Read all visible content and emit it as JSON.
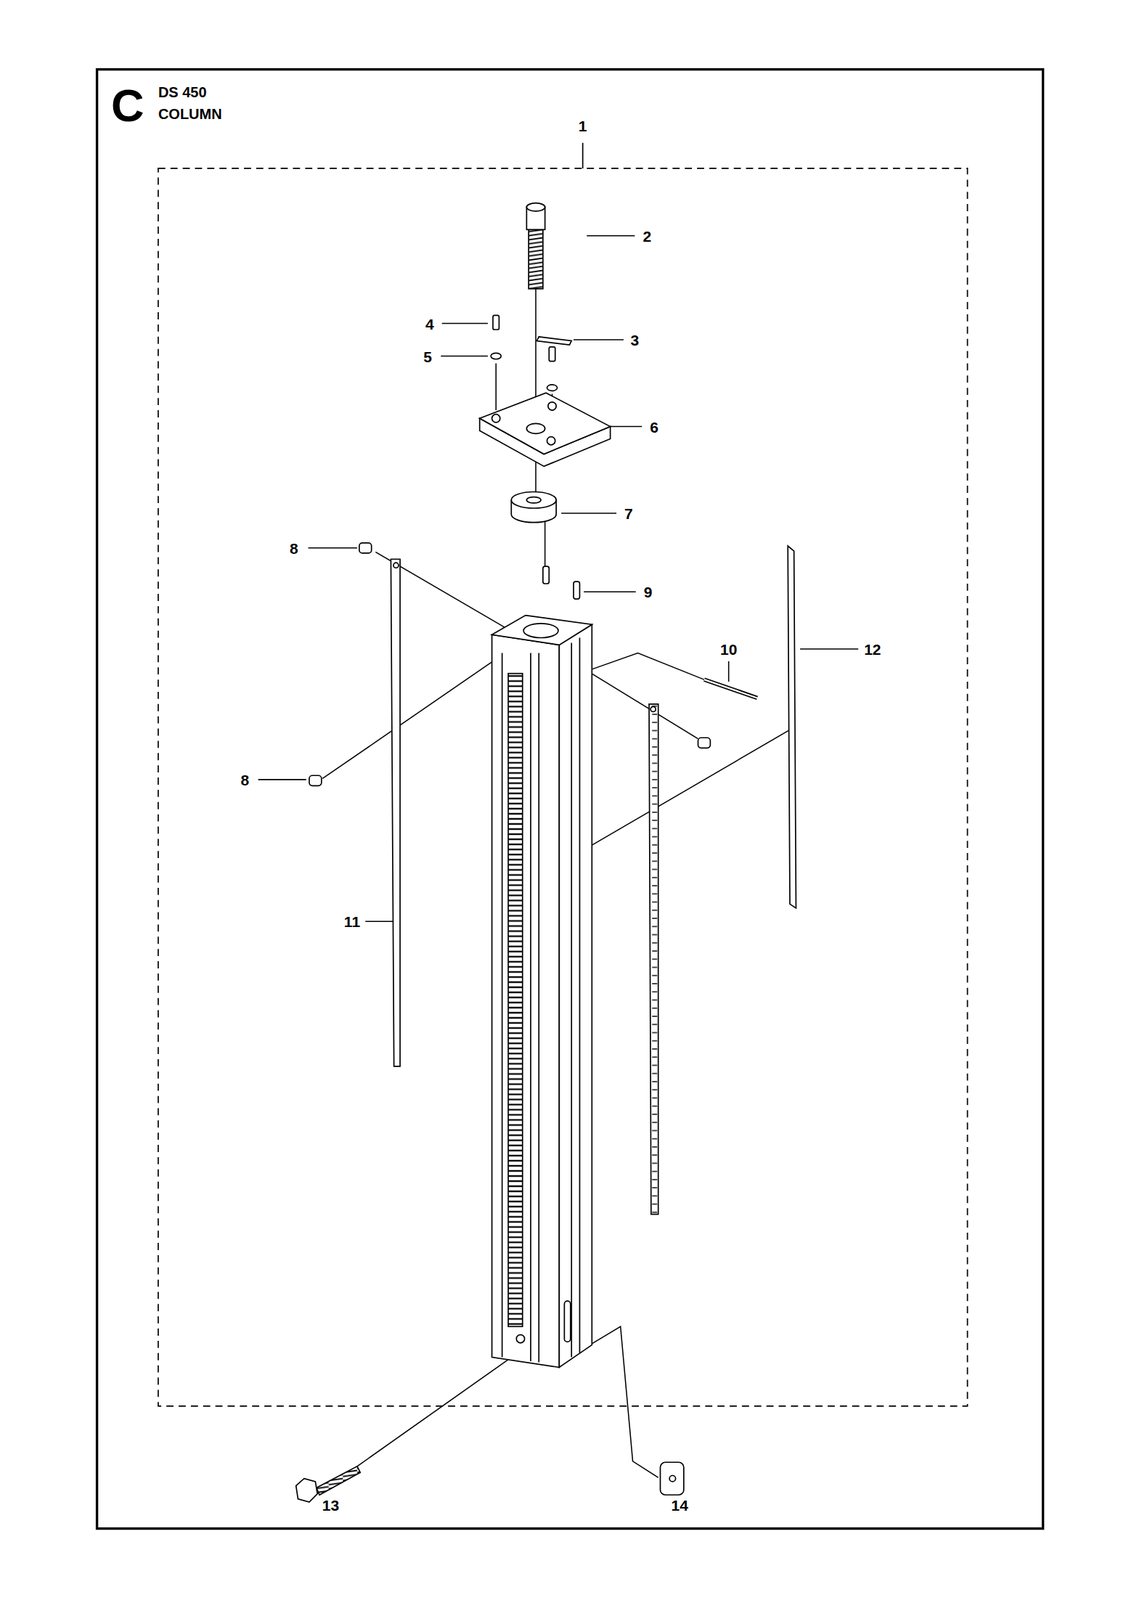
{
  "diagram": {
    "title": "DS 450 COLUMN",
    "labels": [
      "C",
      "1",
      "2",
      "4",
      "3",
      "5",
      "6",
      "7",
      "8",
      "9",
      "10",
      "12",
      "8",
      "11",
      "13",
      "14"
    ]
  }
}
